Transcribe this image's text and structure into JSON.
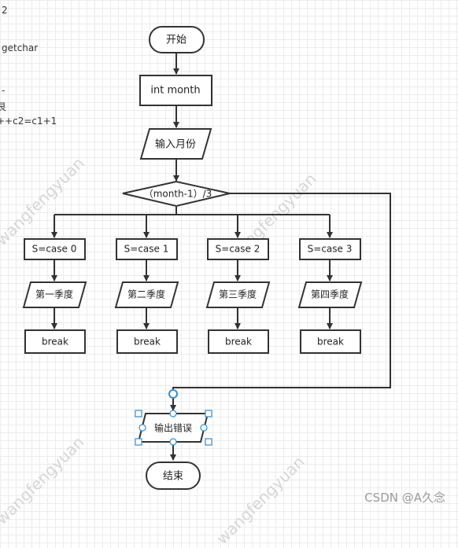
{
  "side_text": [
    "2",
    "getchar",
    "-",
    "艮",
    "++c2=c1+1"
  ],
  "flow": {
    "start": "开始",
    "declare": "int month",
    "input": "输入月份",
    "decision": "（month-1）/3",
    "cases": [
      {
        "case": "S=case 0",
        "output": "第一季度",
        "break": "break"
      },
      {
        "case": "S=case 1",
        "output": "第二季度",
        "break": "break"
      },
      {
        "case": "S=case 2",
        "output": "第三季度",
        "break": "break"
      },
      {
        "case": "S=case 3",
        "output": "第四季度",
        "break": "break"
      }
    ],
    "error": "输出错误",
    "end": "结束"
  },
  "watermark": "wangfengyuan",
  "credit": "CSDN @A久念",
  "colors": {
    "stroke": "#333333",
    "selection": "#2f8fd8"
  }
}
